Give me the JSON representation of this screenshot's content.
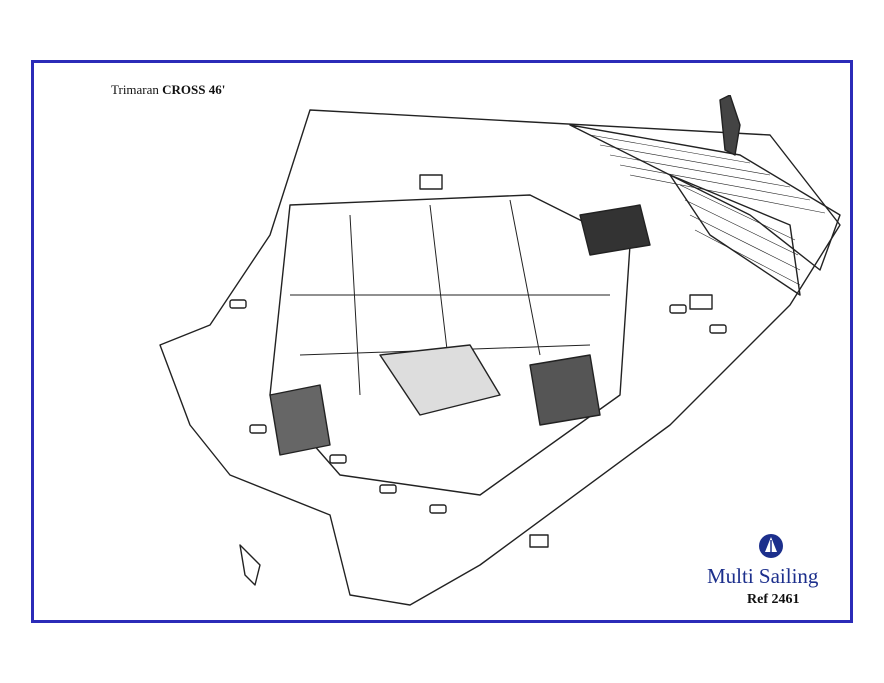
{
  "header": {
    "title_prefix": "Trimaran",
    "title_model": "CROSS 46'"
  },
  "branding": {
    "name": "Multi Sailing",
    "ref": "Ref 2461",
    "brand_color": "#1c2f8c"
  },
  "frame": {
    "border_color": "#2b2bb8"
  },
  "drawing": {
    "icon": "trimaran-cutaway-illustration"
  }
}
